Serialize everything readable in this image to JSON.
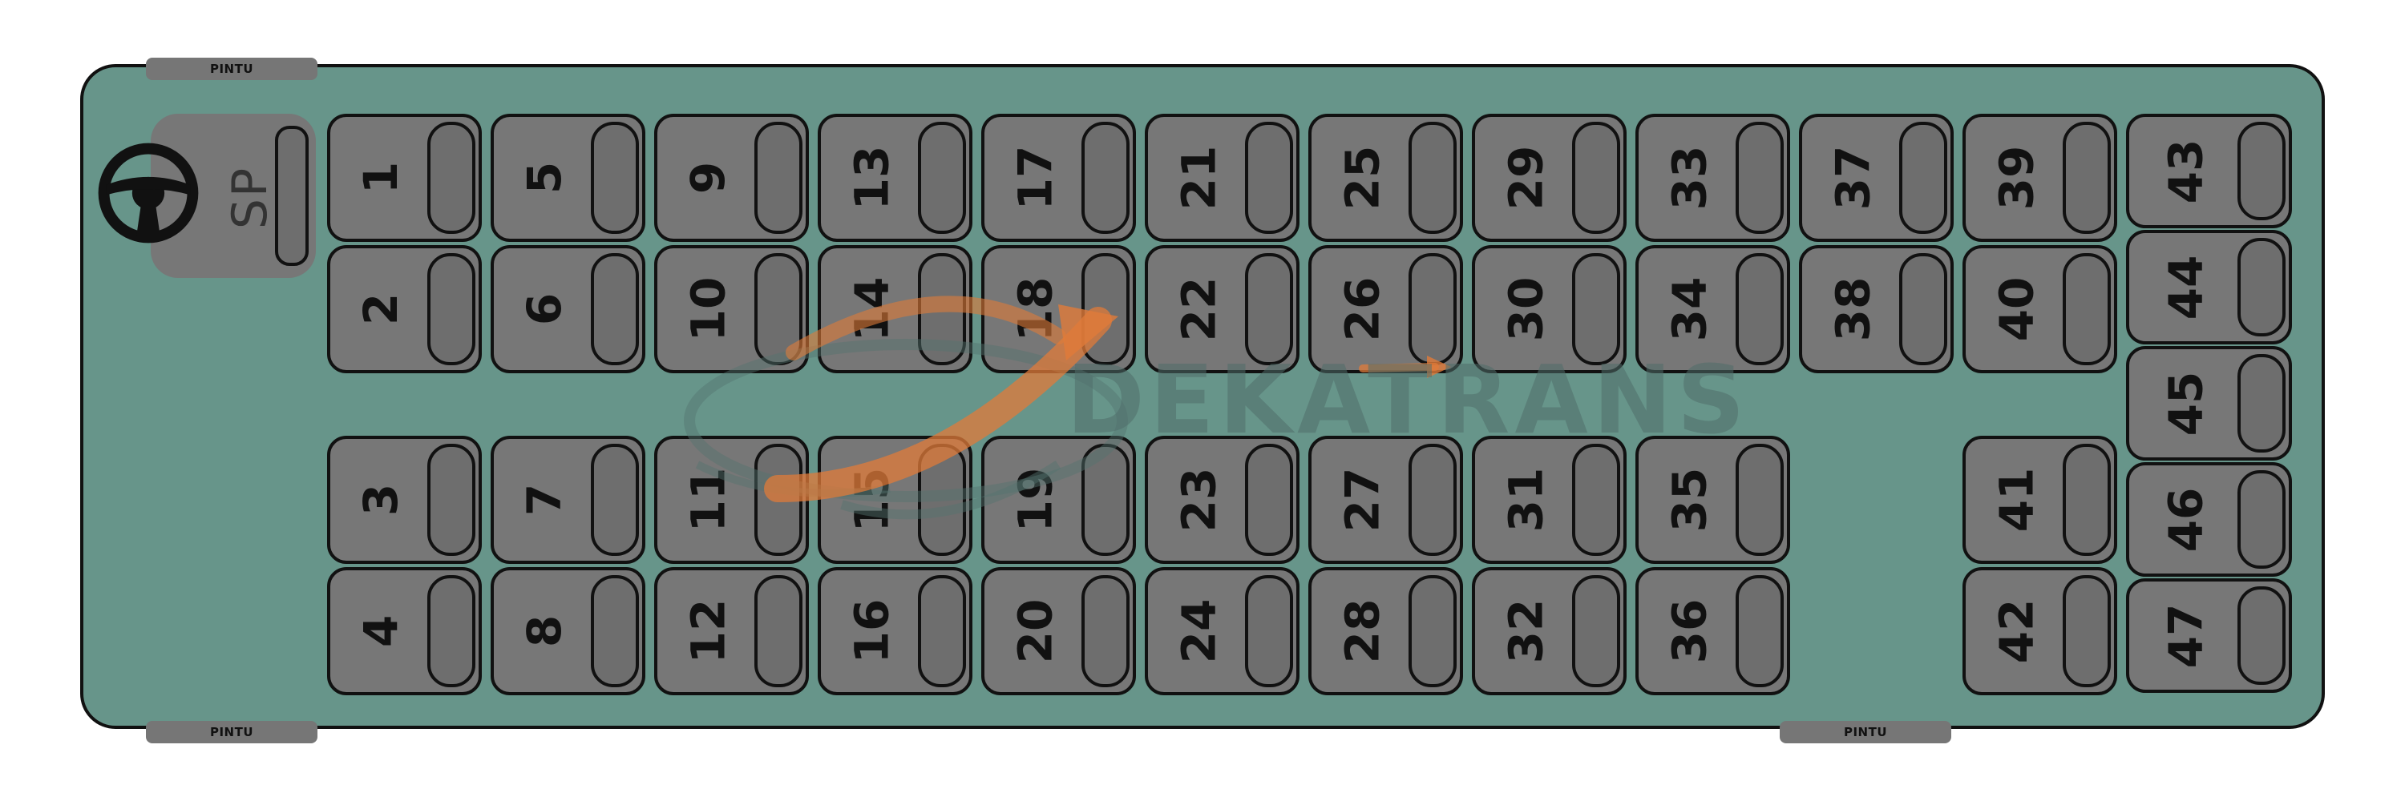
{
  "doors": {
    "front_top": "PINTU",
    "front_bottom": "PINTU",
    "rear_bottom": "PINTU"
  },
  "driver": {
    "icon": "steering-wheel-icon",
    "label": "SP"
  },
  "seats": [
    "1",
    "2",
    "3",
    "4",
    "5",
    "6",
    "7",
    "8",
    "9",
    "10",
    "11",
    "12",
    "13",
    "14",
    "15",
    "16",
    "17",
    "18",
    "19",
    "20",
    "21",
    "22",
    "23",
    "24",
    "25",
    "26",
    "27",
    "28",
    "29",
    "30",
    "31",
    "32",
    "33",
    "34",
    "35",
    "36",
    "37",
    "38",
    "39",
    "40",
    "41",
    "42",
    "43",
    "44",
    "45",
    "46",
    "47"
  ],
  "watermark": {
    "text": "DEKATRANS"
  },
  "colors": {
    "bus_floor": "#67958a",
    "seat": "#777777",
    "outline": "#111111",
    "watermark_arrow": "#e07b39"
  }
}
